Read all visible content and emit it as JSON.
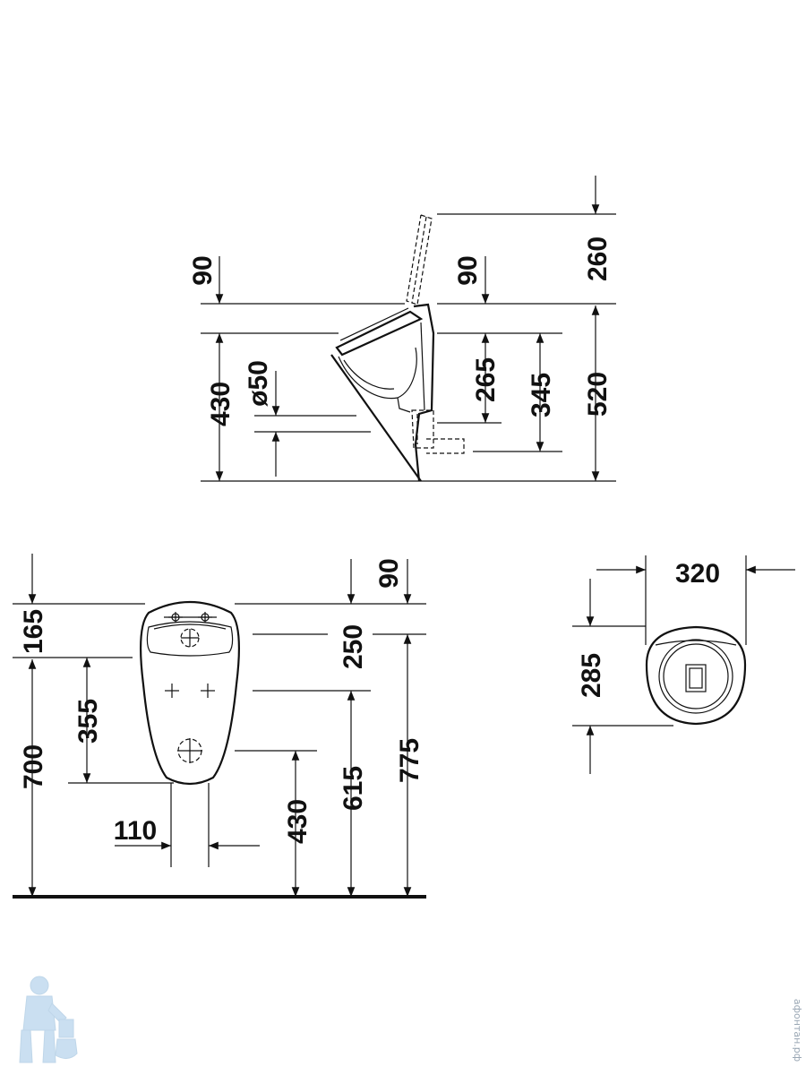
{
  "side_view": {
    "dims": {
      "d260": "260",
      "d90_left": "90",
      "d90_right": "90",
      "d430": "430",
      "d50": "ø50",
      "d265": "265",
      "d345": "345",
      "d520": "520"
    }
  },
  "front_view": {
    "dims": {
      "d165": "165",
      "d700": "700",
      "d355": "355",
      "d110": "110",
      "d430": "430",
      "d615": "615",
      "d775": "775",
      "d250": "250",
      "d90": "90"
    }
  },
  "top_view": {
    "dims": {
      "d320": "320",
      "d285": "285"
    }
  },
  "watermark": {
    "text": "афонтан.рф"
  },
  "colors": {
    "line": "#111111",
    "logo": "#9fc6e6"
  }
}
